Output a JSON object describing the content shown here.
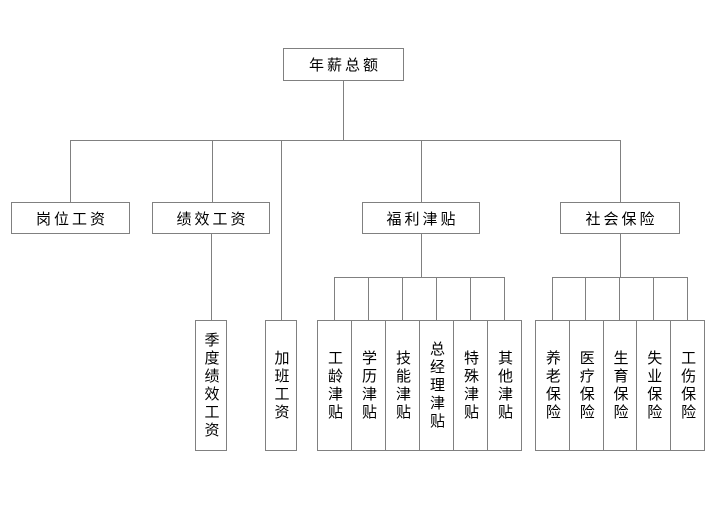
{
  "diagram": {
    "type": "org-chart",
    "root": {
      "label": "年薪总额"
    },
    "level2": [
      {
        "label": "岗位工资"
      },
      {
        "label": "绩效工资"
      },
      {
        "label": "福利津贴"
      },
      {
        "label": "社会保险"
      }
    ],
    "leaves": {
      "performance": [
        {
          "label": "季度绩效工资"
        },
        {
          "label": "加班工资"
        }
      ],
      "welfare": [
        {
          "label": "工龄津贴"
        },
        {
          "label": "学历津贴"
        },
        {
          "label": "技能津贴"
        },
        {
          "label": "总经理津贴"
        },
        {
          "label": "特殊津贴"
        },
        {
          "label": "其他津贴"
        }
      ],
      "insurance": [
        {
          "label": "养老保险"
        },
        {
          "label": "医疗保险"
        },
        {
          "label": "生育保险"
        },
        {
          "label": "失业保险"
        },
        {
          "label": "工伤保险"
        }
      ]
    },
    "colors": {
      "line": "#808080",
      "text": "#000000",
      "background": "#ffffff"
    }
  }
}
